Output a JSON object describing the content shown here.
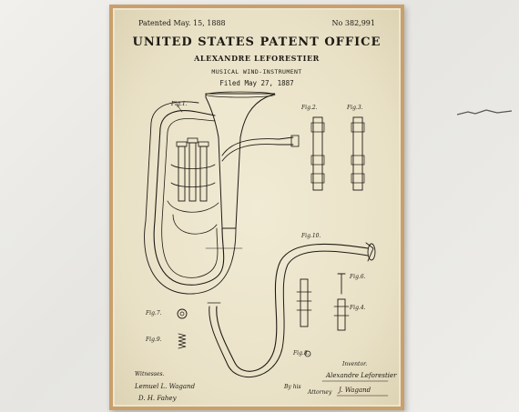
{
  "patent": {
    "patented_date": "Patented May. 15, 1888",
    "number": "No 382,991",
    "office": "UNITED STATES PATENT OFFICE",
    "inventor_name": "ALEXANDRE LEFORESTIER",
    "subject": "MUSICAL WIND-INSTRUMENT",
    "filed": "Filed May 27, 1887"
  },
  "figures": {
    "fig1": "Fig.1.",
    "fig2": "Fig.2.",
    "fig3": "Fig.3.",
    "fig4": "Fig.4.",
    "fig6": "Fig.6.",
    "fig7": "Fig.7.",
    "fig8": "Fig.8.",
    "fig9": "Fig.9.",
    "fig10": "Fig.10."
  },
  "footer": {
    "witnesses": "Witnesses.",
    "inventor_label": "Inventor.",
    "inventor_signature": "Alexandre Leforestier",
    "by": "By his",
    "attorney": "Attorney",
    "witness1": "Lemuel L. Wagand",
    "witness2": "D. H. Fahey",
    "attorney_signature": "J. Wagand"
  },
  "colors": {
    "frame": "#c9a06b",
    "paper": "#ece6d0",
    "ink": "#1e1a14"
  }
}
